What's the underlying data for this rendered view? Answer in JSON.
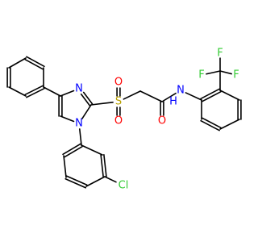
{
  "atoms": [
    {
      "key": "N1",
      "text": "N",
      "color": "#0000ff"
    },
    {
      "key": "N2",
      "text": "N",
      "color": "#0000ff"
    },
    {
      "key": "S",
      "text": "S",
      "color": "#b8a000"
    },
    {
      "key": "O1",
      "text": "O",
      "color": "#ff0000"
    },
    {
      "key": "O2",
      "text": "O",
      "color": "#ff0000"
    },
    {
      "key": "O3",
      "text": "O",
      "color": "#ff0000"
    },
    {
      "key": "NH",
      "text": "N",
      "color": "#0000ff"
    },
    {
      "key": "H",
      "text": "H",
      "color": "#0000ff"
    },
    {
      "key": "F1",
      "text": "F",
      "color": "#33cc33"
    },
    {
      "key": "F2",
      "text": "F",
      "color": "#33cc33"
    },
    {
      "key": "F3",
      "text": "F",
      "color": "#33cc33"
    },
    {
      "key": "Cl",
      "text": "Cl",
      "color": "#33cc33"
    }
  ]
}
